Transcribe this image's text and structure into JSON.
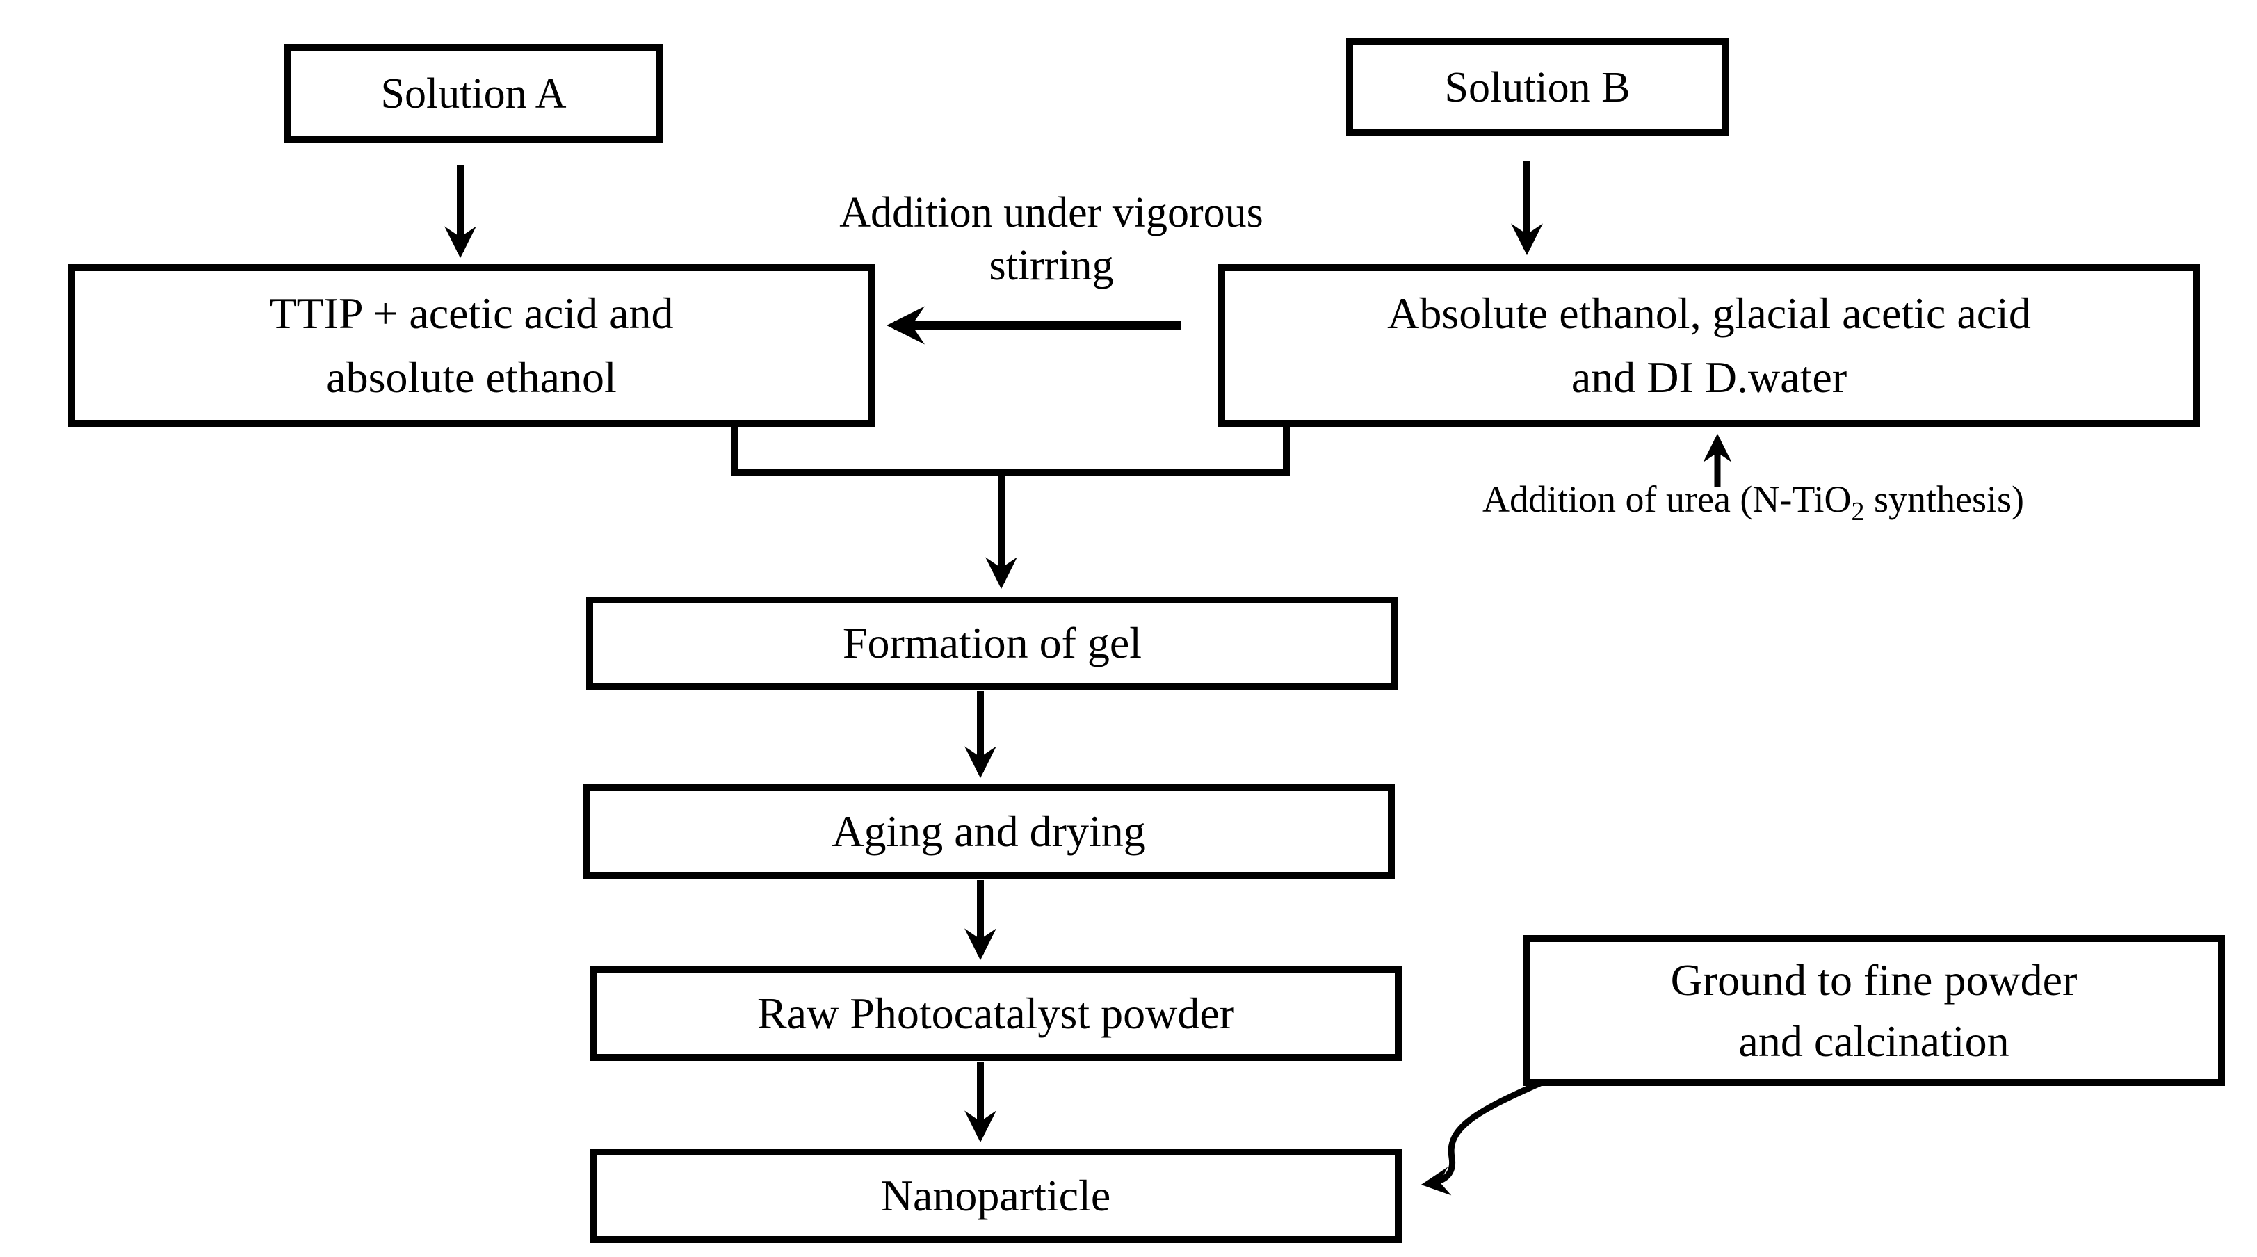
{
  "diagram": {
    "title_semantic": "Sol-gel synthesis flowchart",
    "colors": {
      "line": "#000000",
      "box_border": "#000000",
      "box_fill": "#ffffff",
      "text": "#000000",
      "background": "#ffffff"
    },
    "boxes": {
      "solution_a": {
        "label": "Solution A"
      },
      "solution_b": {
        "label": "Solution B"
      },
      "ttip": {
        "lines": [
          "TTIP + acetic acid and",
          "absolute ethanol"
        ]
      },
      "ethanol": {
        "lines": [
          "Absolute ethanol, glacial acetic acid",
          "and DI D.water"
        ]
      },
      "gel": {
        "label": "Formation of gel"
      },
      "aging": {
        "label": "Aging and drying"
      },
      "raw_powder": {
        "label": "Raw Photocatalyst powder"
      },
      "nanoparticle": {
        "label": "Nanoparticle"
      },
      "grinding": {
        "lines": [
          "Ground to fine powder",
          "and calcination"
        ]
      }
    },
    "annotations": {
      "stirring": {
        "lines": [
          "Addition under vigorous",
          "stirring"
        ]
      },
      "urea": {
        "prefix": "Addition of urea (N-TiO",
        "subscript": "2",
        "suffix": " synthesis)"
      }
    }
  }
}
